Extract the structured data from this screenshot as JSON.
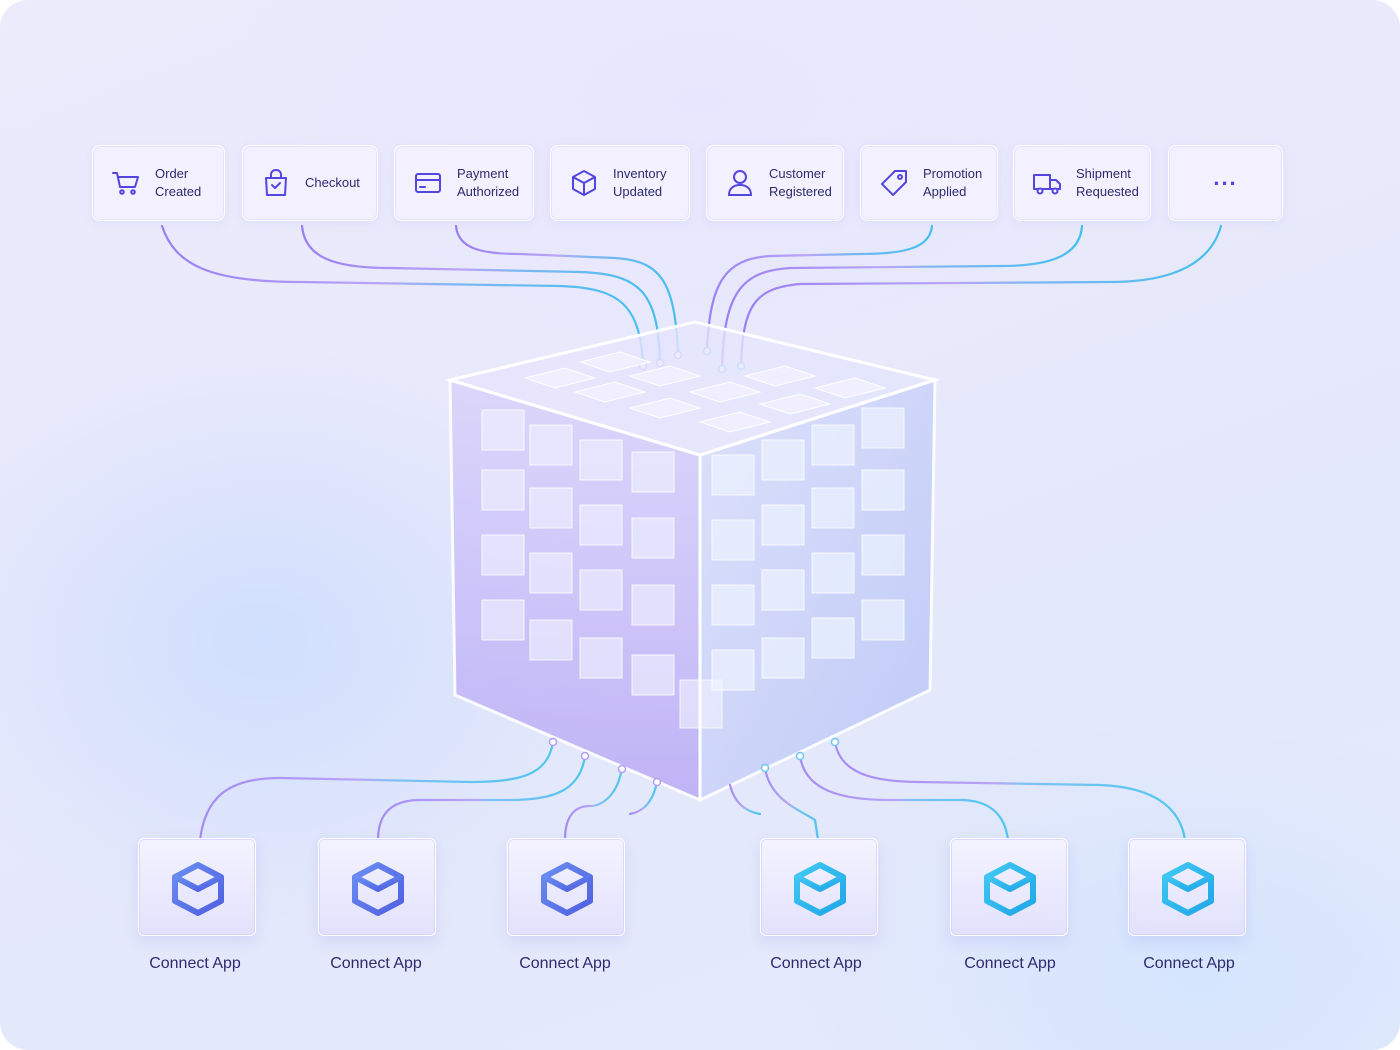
{
  "colors": {
    "primary": "#5346e0",
    "link_purple": "#a28cf5",
    "link_cyan": "#4fc3f1",
    "text": "#2f2a6e"
  },
  "events": [
    {
      "label": "Order Created",
      "icon": "cart-icon"
    },
    {
      "label": "Checkout",
      "icon": "shopping-bag-icon"
    },
    {
      "label": "Payment Authorized",
      "icon": "credit-card-icon"
    },
    {
      "label": "Inventory Updated",
      "icon": "package-icon"
    },
    {
      "label": "Customer Registered",
      "icon": "user-icon"
    },
    {
      "label": "Promotion Applied",
      "icon": "tag-icon"
    },
    {
      "label": "Shipment Requested",
      "icon": "truck-icon"
    },
    {
      "label": "...",
      "icon": "more-icon"
    }
  ],
  "apps": [
    {
      "label": "Connect App",
      "icon": "app-cube-icon"
    },
    {
      "label": "Connect App",
      "icon": "app-cube-icon"
    },
    {
      "label": "Connect App",
      "icon": "app-cube-icon"
    },
    {
      "label": "Connect App",
      "icon": "app-cube-icon"
    },
    {
      "label": "Connect App",
      "icon": "app-cube-icon"
    },
    {
      "label": "Connect App",
      "icon": "app-cube-icon"
    }
  ],
  "hub": {
    "icon": "event-hub-cube-icon"
  }
}
